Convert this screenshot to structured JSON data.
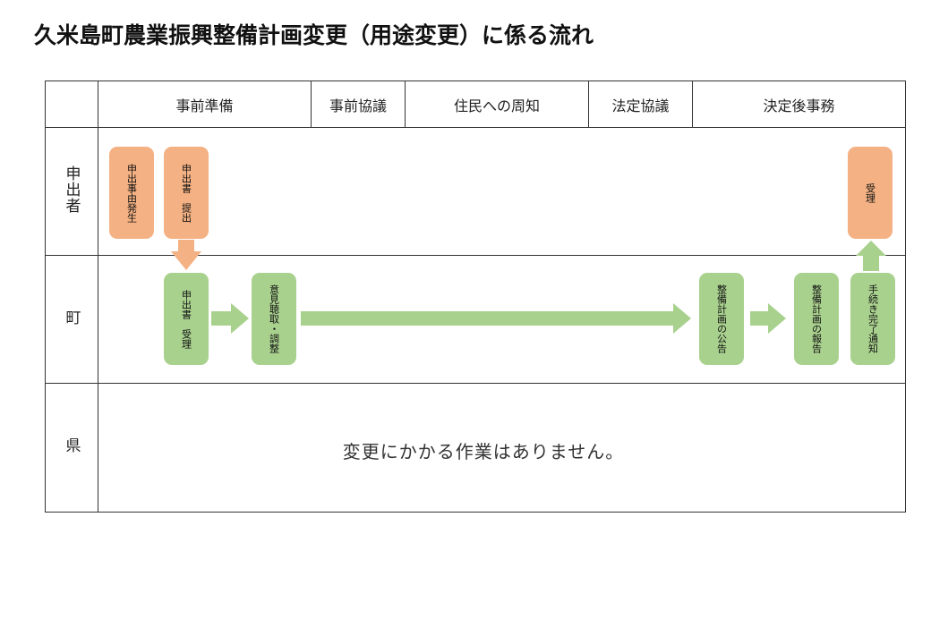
{
  "title": "久米島町農業振興整備計画変更（用途変更）に係る流れ",
  "columns": [
    "事前準備",
    "事前協議",
    "住民への周知",
    "法定協議",
    "決定後事務"
  ],
  "rows": [
    "申出者",
    "町",
    "県"
  ],
  "applicant_boxes": [
    "申出事由発生",
    "申出書　提出",
    "受理"
  ],
  "town_boxes": [
    "申出書　受理",
    "意見聴取・調整",
    "整備計画の公告",
    "整備計画の報告",
    "手続き完了通知"
  ],
  "prefecture_note": "変更にかかる作業はありません。",
  "colors": {
    "applicant": "#f4b183",
    "town": "#a9d18e"
  }
}
